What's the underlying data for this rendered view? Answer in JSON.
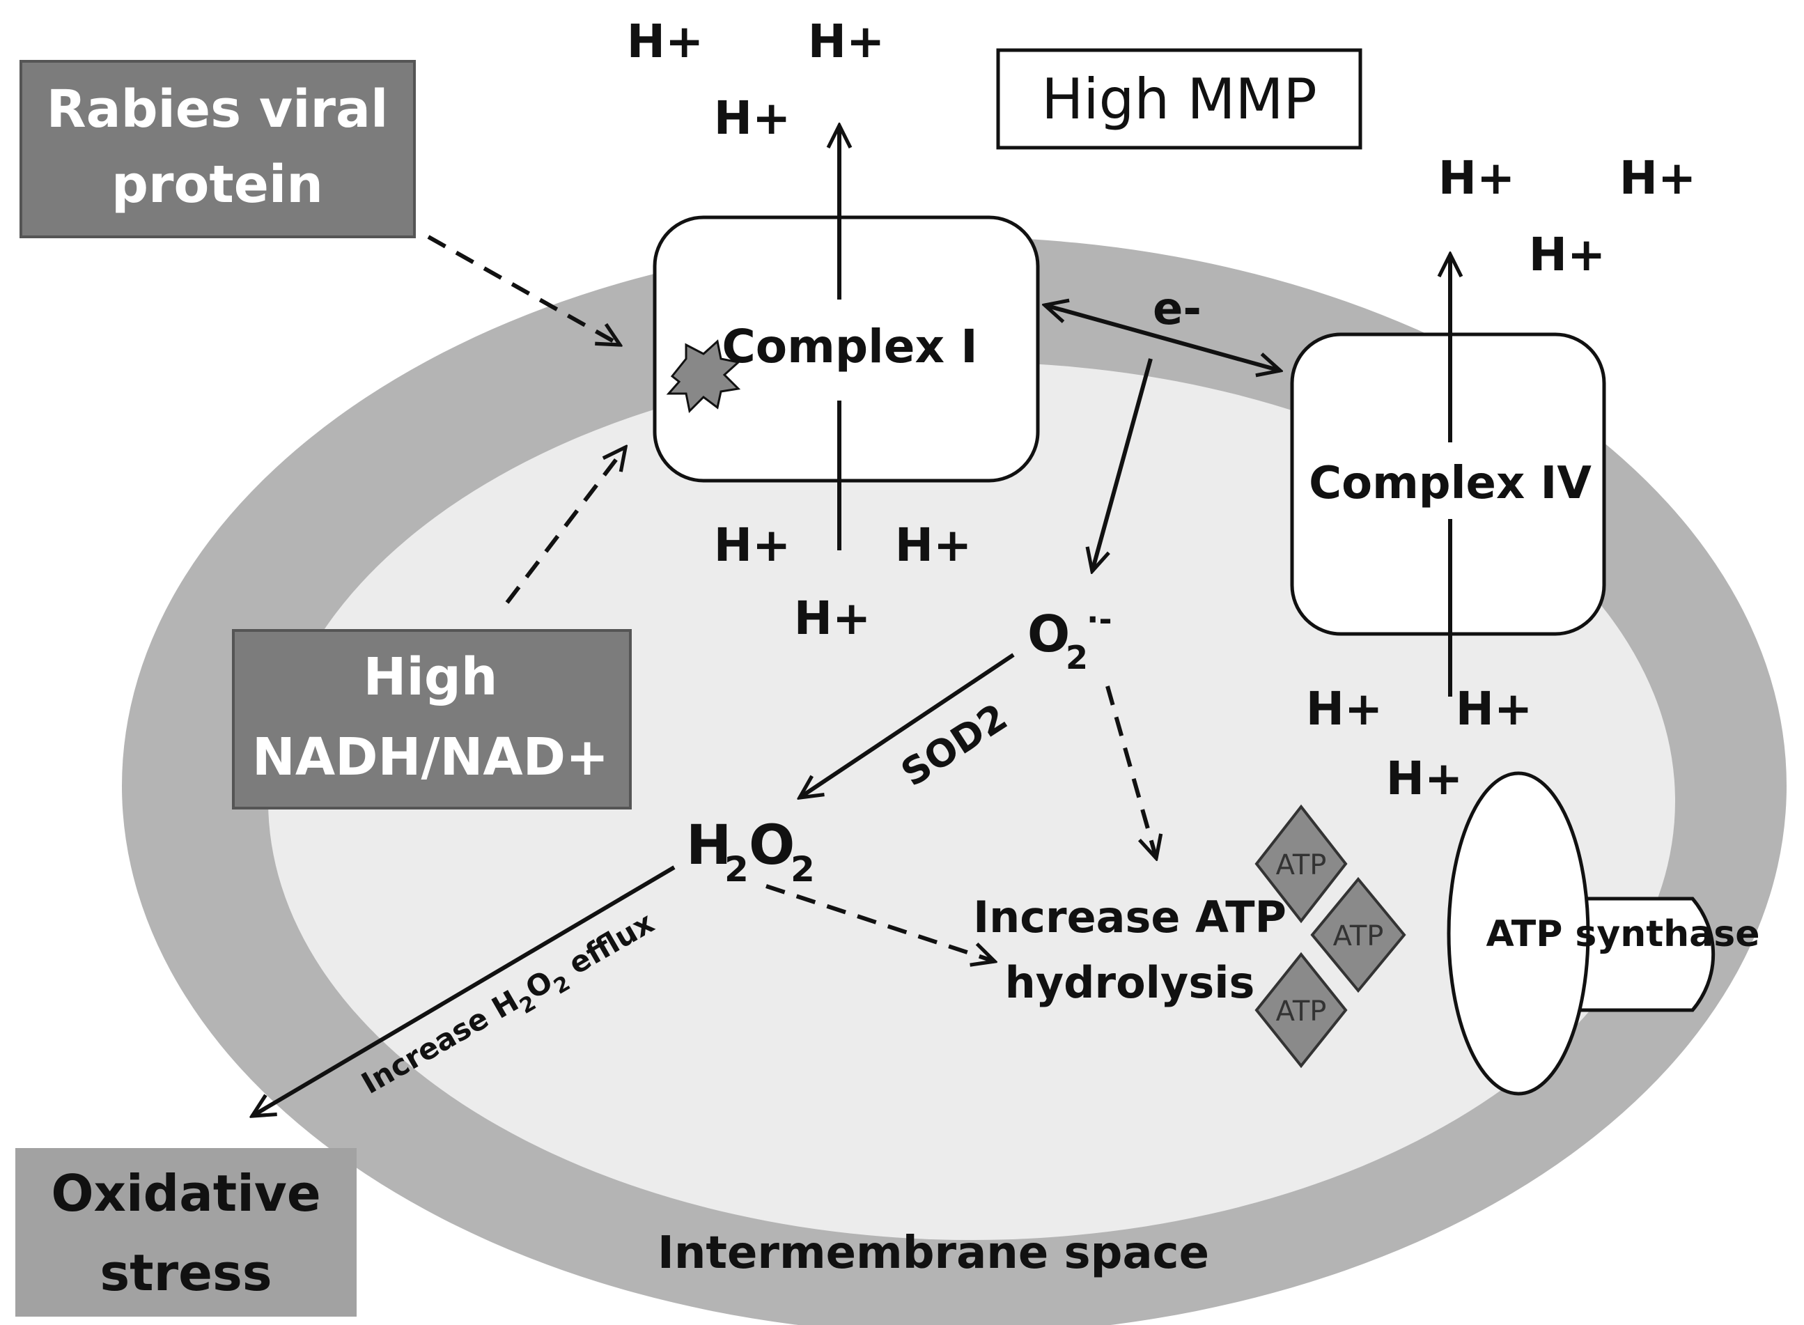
{
  "colors": {
    "background": "#ffffff",
    "intermembrane": "#b4b4b4",
    "matrix": "#ececec",
    "dark_box": "#7c7c7c",
    "box_border": "#555555",
    "atp_diamond": "#8a8a8a",
    "line": "#111111"
  },
  "labels": {
    "rabies_line1": "Rabies viral",
    "rabies_line2": "protein",
    "nadh_line1": "High",
    "nadh_line2": "NADH/NAD+",
    "oxidative_line1": "Oxidative",
    "oxidative_line2": "stress",
    "high_mmp": "High MMP",
    "complex1": "Complex I",
    "complex4": "Complex IV",
    "electron": "e-",
    "hplus": "H+",
    "superoxide_base": "O",
    "superoxide_sub": "2",
    "superoxide_sup": "·-",
    "h2o2_h": "H",
    "h2o2_sub1": "2",
    "h2o2_o": "O",
    "h2o2_sub2": "2",
    "sod2": "SOD2",
    "efflux_pre": "Increase H",
    "efflux_sub1": "2",
    "efflux_o": "O",
    "efflux_sub2": "2",
    "efflux_post": " efflux",
    "atp_hydrolysis_line1": "Increase ATP",
    "atp_hydrolysis_line2": "hydrolysis",
    "atp": "ATP",
    "atp_synthase": "ATP synthase",
    "intermembrane_space": "Intermembrane space"
  }
}
